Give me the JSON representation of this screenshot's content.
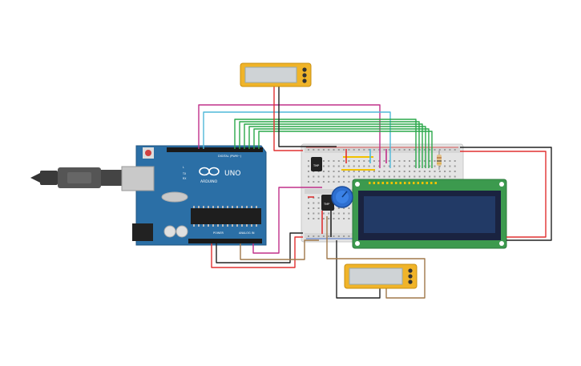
{
  "arduino": {
    "brand": "ARDUINO",
    "model": "UNO",
    "digital_header_label": "DIGITAL (PWM~)",
    "power_header_label": "POWER",
    "analog_header_label": "ANALOG IN",
    "tx_label": "TX",
    "rx_label": "RX",
    "l_label": "L"
  },
  "components": {
    "sensor_chip_label": "TMP",
    "sensor_chip_label_2": "TMP"
  },
  "colors": {
    "board": "#2b6fa6",
    "breadboard": "#e6e6e6",
    "lcd_pcb": "#3c9a4e",
    "lcd_screen": "#1f2a4a",
    "meter_frame": "#f0b429",
    "wire_red": "#e03030",
    "wire_black": "#222222",
    "wire_green": "#2aa84a",
    "wire_magenta": "#c0308a",
    "wire_cyan": "#4fb8d8",
    "wire_brown": "#a0784a",
    "wire_yellow": "#f2c200",
    "pot_knob": "#2e6fd0"
  }
}
